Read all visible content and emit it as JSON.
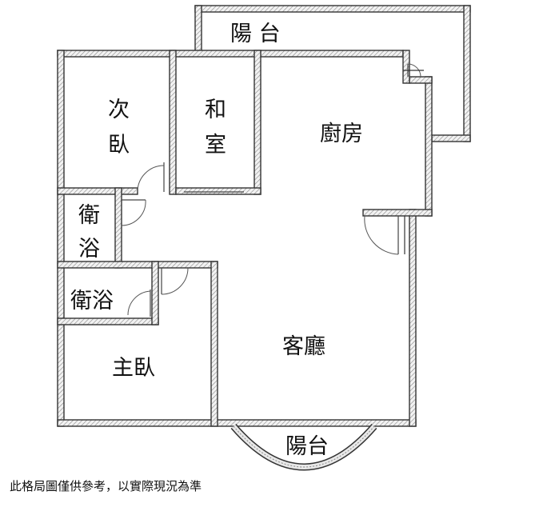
{
  "rooms": {
    "balcony_top": "陽 台",
    "second_bedroom": [
      "次",
      "臥"
    ],
    "japanese_room": [
      "和",
      "室"
    ],
    "kitchen": "廚房",
    "bathroom_small": [
      "衛",
      "浴"
    ],
    "bathroom_master": "衛浴",
    "master_bedroom": "主臥",
    "living_room": "客廳",
    "balcony_bottom": "陽台"
  },
  "caption": "此格局圖僅供參考，以實際現況為準"
}
